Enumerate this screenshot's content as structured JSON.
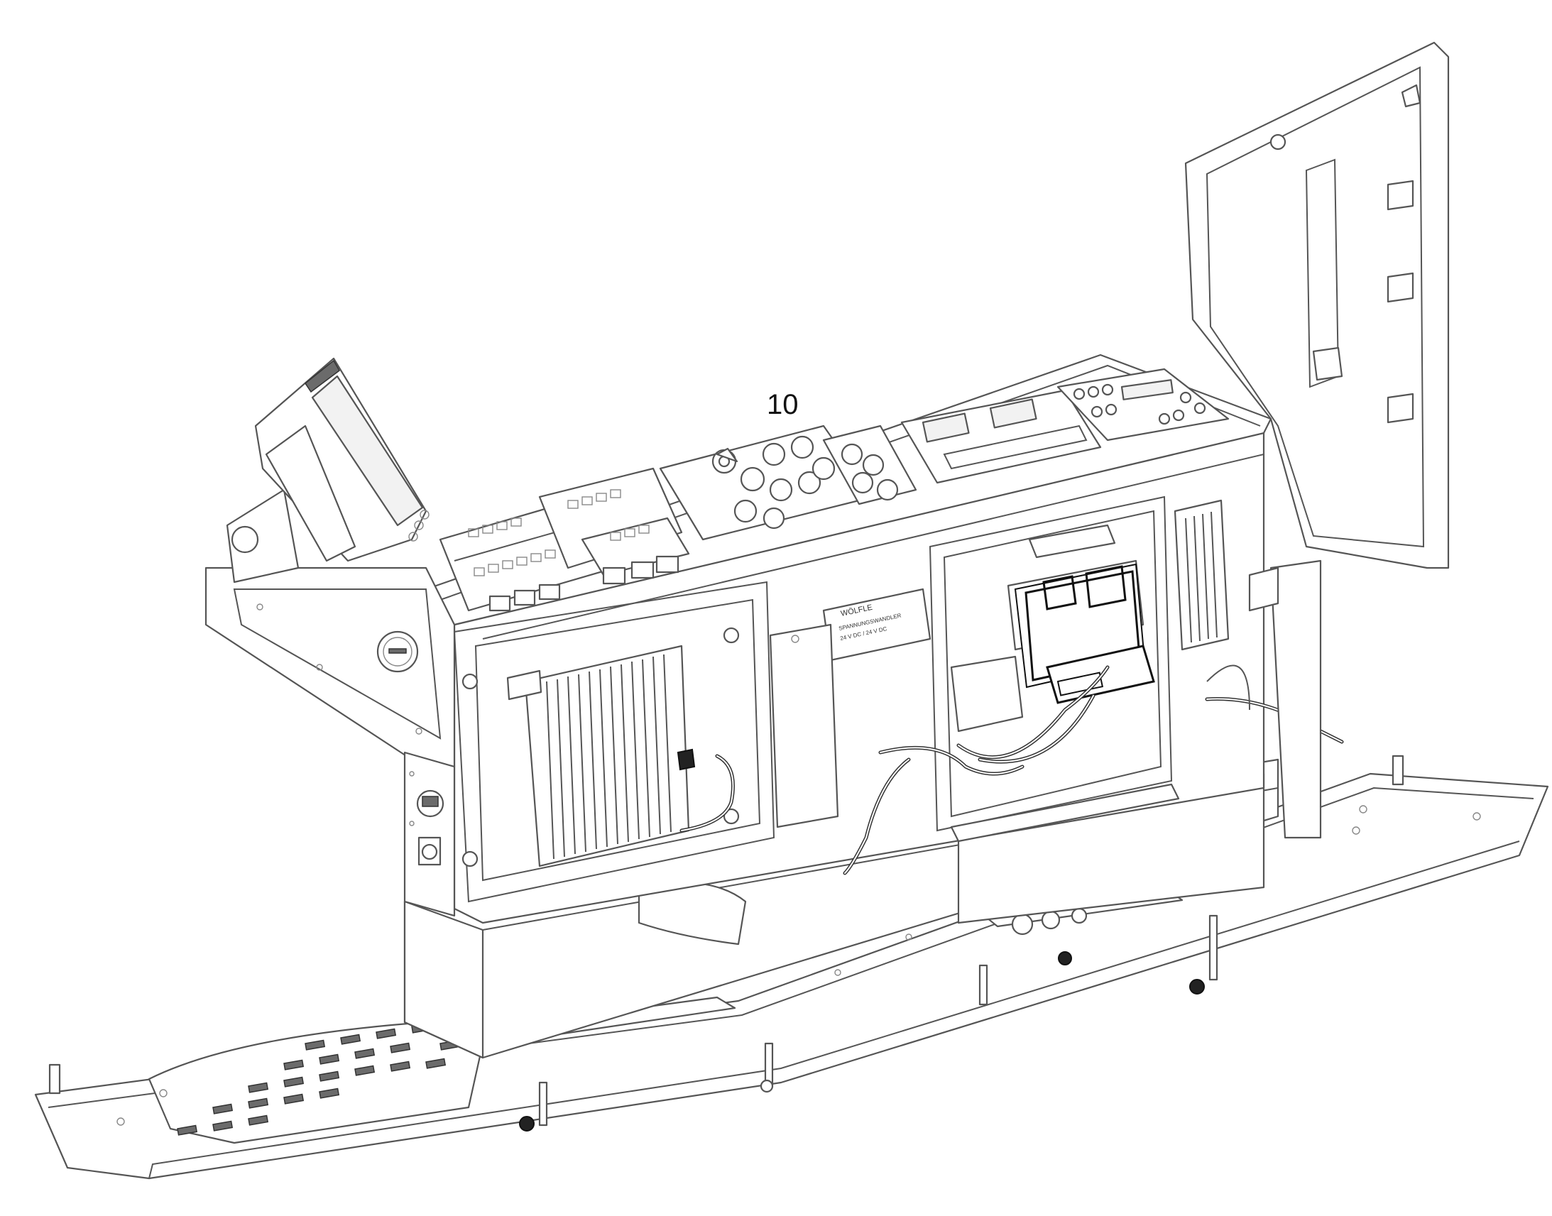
{
  "callout": {
    "label": "10"
  },
  "plate_text": {
    "brand": "WÖLFLE",
    "line1": "SPANNUNGSWANDLER",
    "line2": "24 V DC / 24 V DC"
  },
  "colors": {
    "line": "#555555",
    "hatch": "#6b6b6b",
    "background": "#ffffff"
  }
}
